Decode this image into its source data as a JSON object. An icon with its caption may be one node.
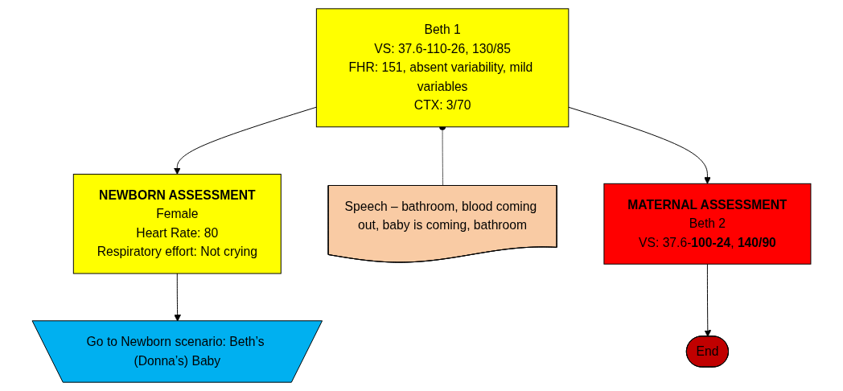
{
  "diagram": {
    "nodes": [
      {
        "text": [
          "Beth 1",
          "VS: 37.6-110-26, 130/85",
          "FHR: 151, absent variability, mild variables",
          "CTX: 3/70"
        ]
      },
      {
        "text": [
          "NEWBORN ASSESSMENT",
          "Female",
          "Heart Rate: 80",
          "Respiratory effort: Not crying"
        ]
      },
      {
        "text": [
          "Speech – bathroom, blood coming out, baby is coming, bathroom"
        ]
      },
      {
        "text": [
          "MATERNAL ASSESSMENT",
          "Beth 2",
          "VS: 37.6-**100-24**, **140/90**"
        ]
      },
      {
        "text": [
          "Go to Newborn scenario: Beth’s (Donna’s) Baby"
        ]
      },
      {
        "text": [
          "End"
        ]
      }
    ],
    "edges": [
      {
        "from": 0,
        "to": 1,
        "arrow": "to"
      },
      {
        "from": 0,
        "to": 2,
        "arrow": "other"
      },
      {
        "from": 0,
        "to": 3,
        "arrow": "to"
      },
      {
        "from": 1,
        "to": 4,
        "arrow": "to"
      },
      {
        "from": 3,
        "to": 5,
        "arrow": "to"
      }
    ]
  }
}
